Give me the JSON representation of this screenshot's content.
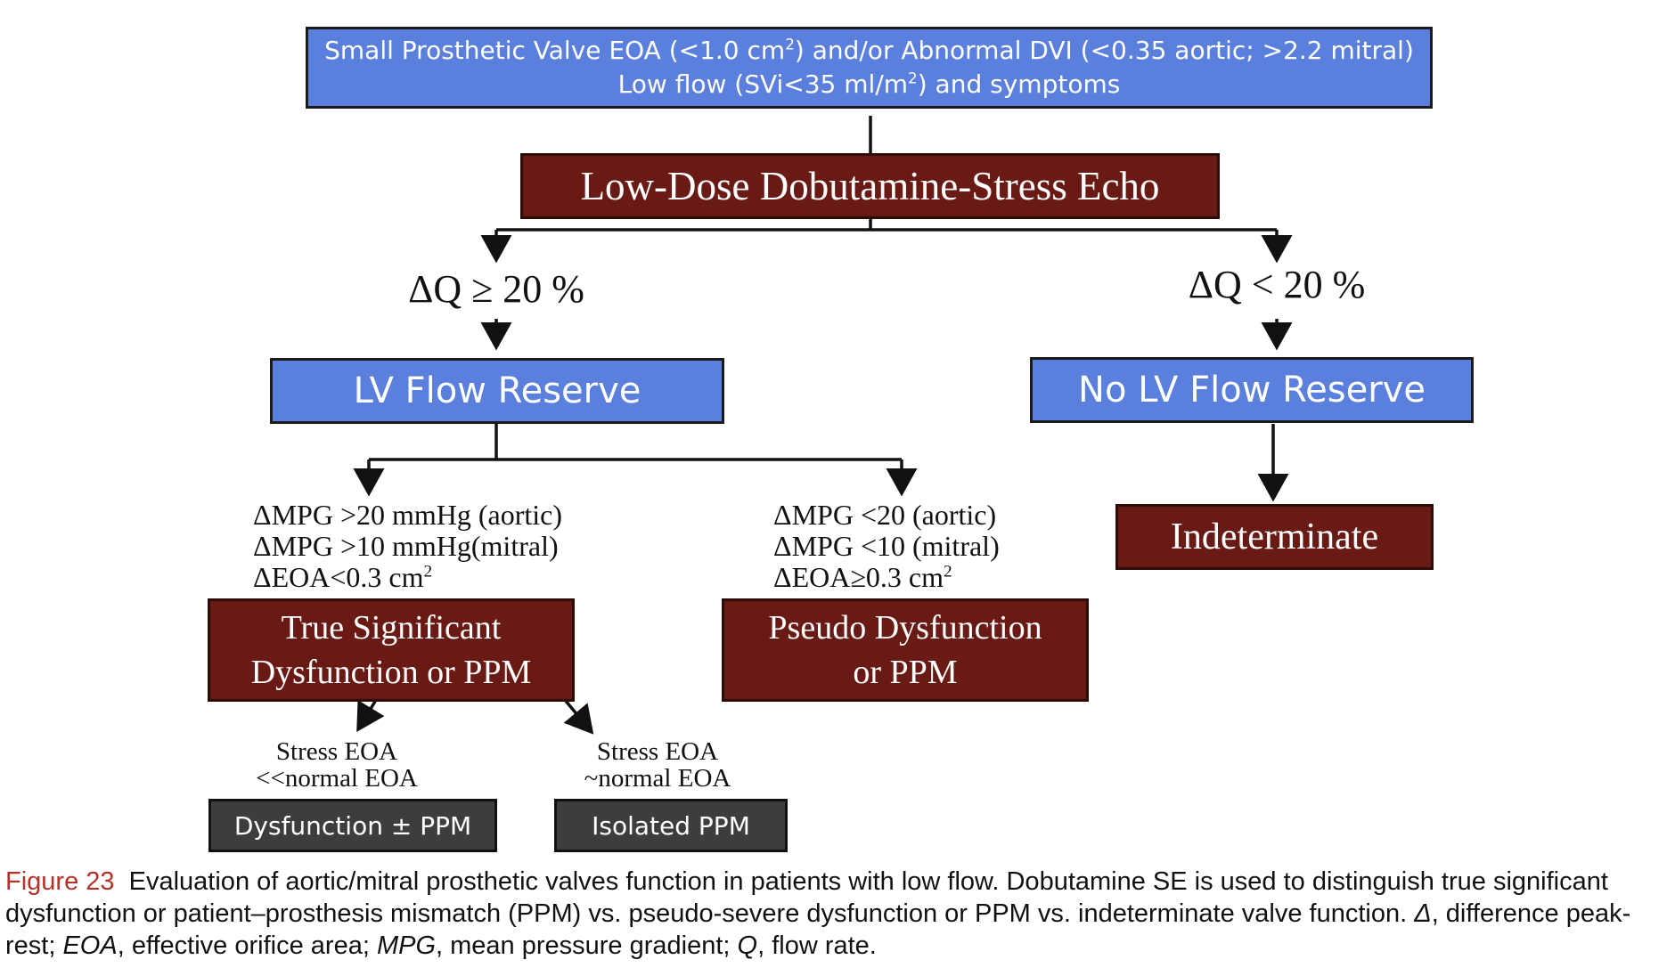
{
  "flowchart": {
    "top_box": {
      "line1_a": "Small Prosthetic Valve EOA (<1.0 cm",
      "line1_sup": "2",
      "line1_b": ") and/or Abnormal DVI (<0.35 aortic; >2.2 mitral)",
      "line2_a": "Low flow (SVi<35 ml/m",
      "line2_sup": "2",
      "line2_b": ") and symptoms"
    },
    "echo_box": "Low-Dose Dobutamine-Stress Echo",
    "left_condition": "ΔQ ≥ 20 %",
    "right_condition": "ΔQ < 20 %",
    "lv_flow_reserve": "LV Flow Reserve",
    "no_lv_flow_reserve": "No LV Flow Reserve",
    "indeterminate": "Indeterminate",
    "left_criteria": {
      "line1": "ΔMPG >20 mmHg (aortic)",
      "line2": "ΔMPG >10 mmHg(mitral)",
      "line3_a": "ΔEOA<0.3 cm",
      "line3_sup": "2"
    },
    "right_criteria": {
      "line1": "ΔMPG <20 (aortic)",
      "line2": "ΔMPG <10 (mitral)",
      "line3_a": "ΔEOA≥0.3 cm",
      "line3_sup": "2"
    },
    "true_significant": {
      "line1": "True Significant",
      "line2": "Dysfunction or PPM"
    },
    "pseudo_dysfunction": {
      "line1": "Pseudo Dysfunction",
      "line2": "or PPM"
    },
    "stress_left": {
      "line1": "Stress EOA",
      "line2": "<<normal EOA"
    },
    "stress_right": {
      "line1": "Stress EOA",
      "line2": "~normal EOA"
    },
    "dysfunction_ppm": "Dysfunction ± PPM",
    "isolated_ppm": "Isolated PPM"
  },
  "caption": {
    "figure_label": "Figure 23",
    "text_1": "Evaluation of aortic/mitral prosthetic valves function in patients with low flow. Dobutamine SE is used to distinguish true significant dysfunction or patient–prosthesis mismatch (PPM) vs. pseudo-severe dysfunction or PPM vs. indeterminate valve function. ",
    "delta_symbol": "Δ",
    "text_2": ", difference peak-rest; ",
    "abbr_eoa": "EOA",
    "text_3": ", effective orifice area; ",
    "abbr_mpg": "MPG",
    "text_4": ", mean pressure gradient; ",
    "abbr_q": "Q",
    "text_5": ", flow rate."
  },
  "colors": {
    "blue_box": "#5b7fdc",
    "maroon_box": "#6a1a14",
    "gray_box": "#3d3d3d",
    "caption_label": "#b5322a"
  }
}
